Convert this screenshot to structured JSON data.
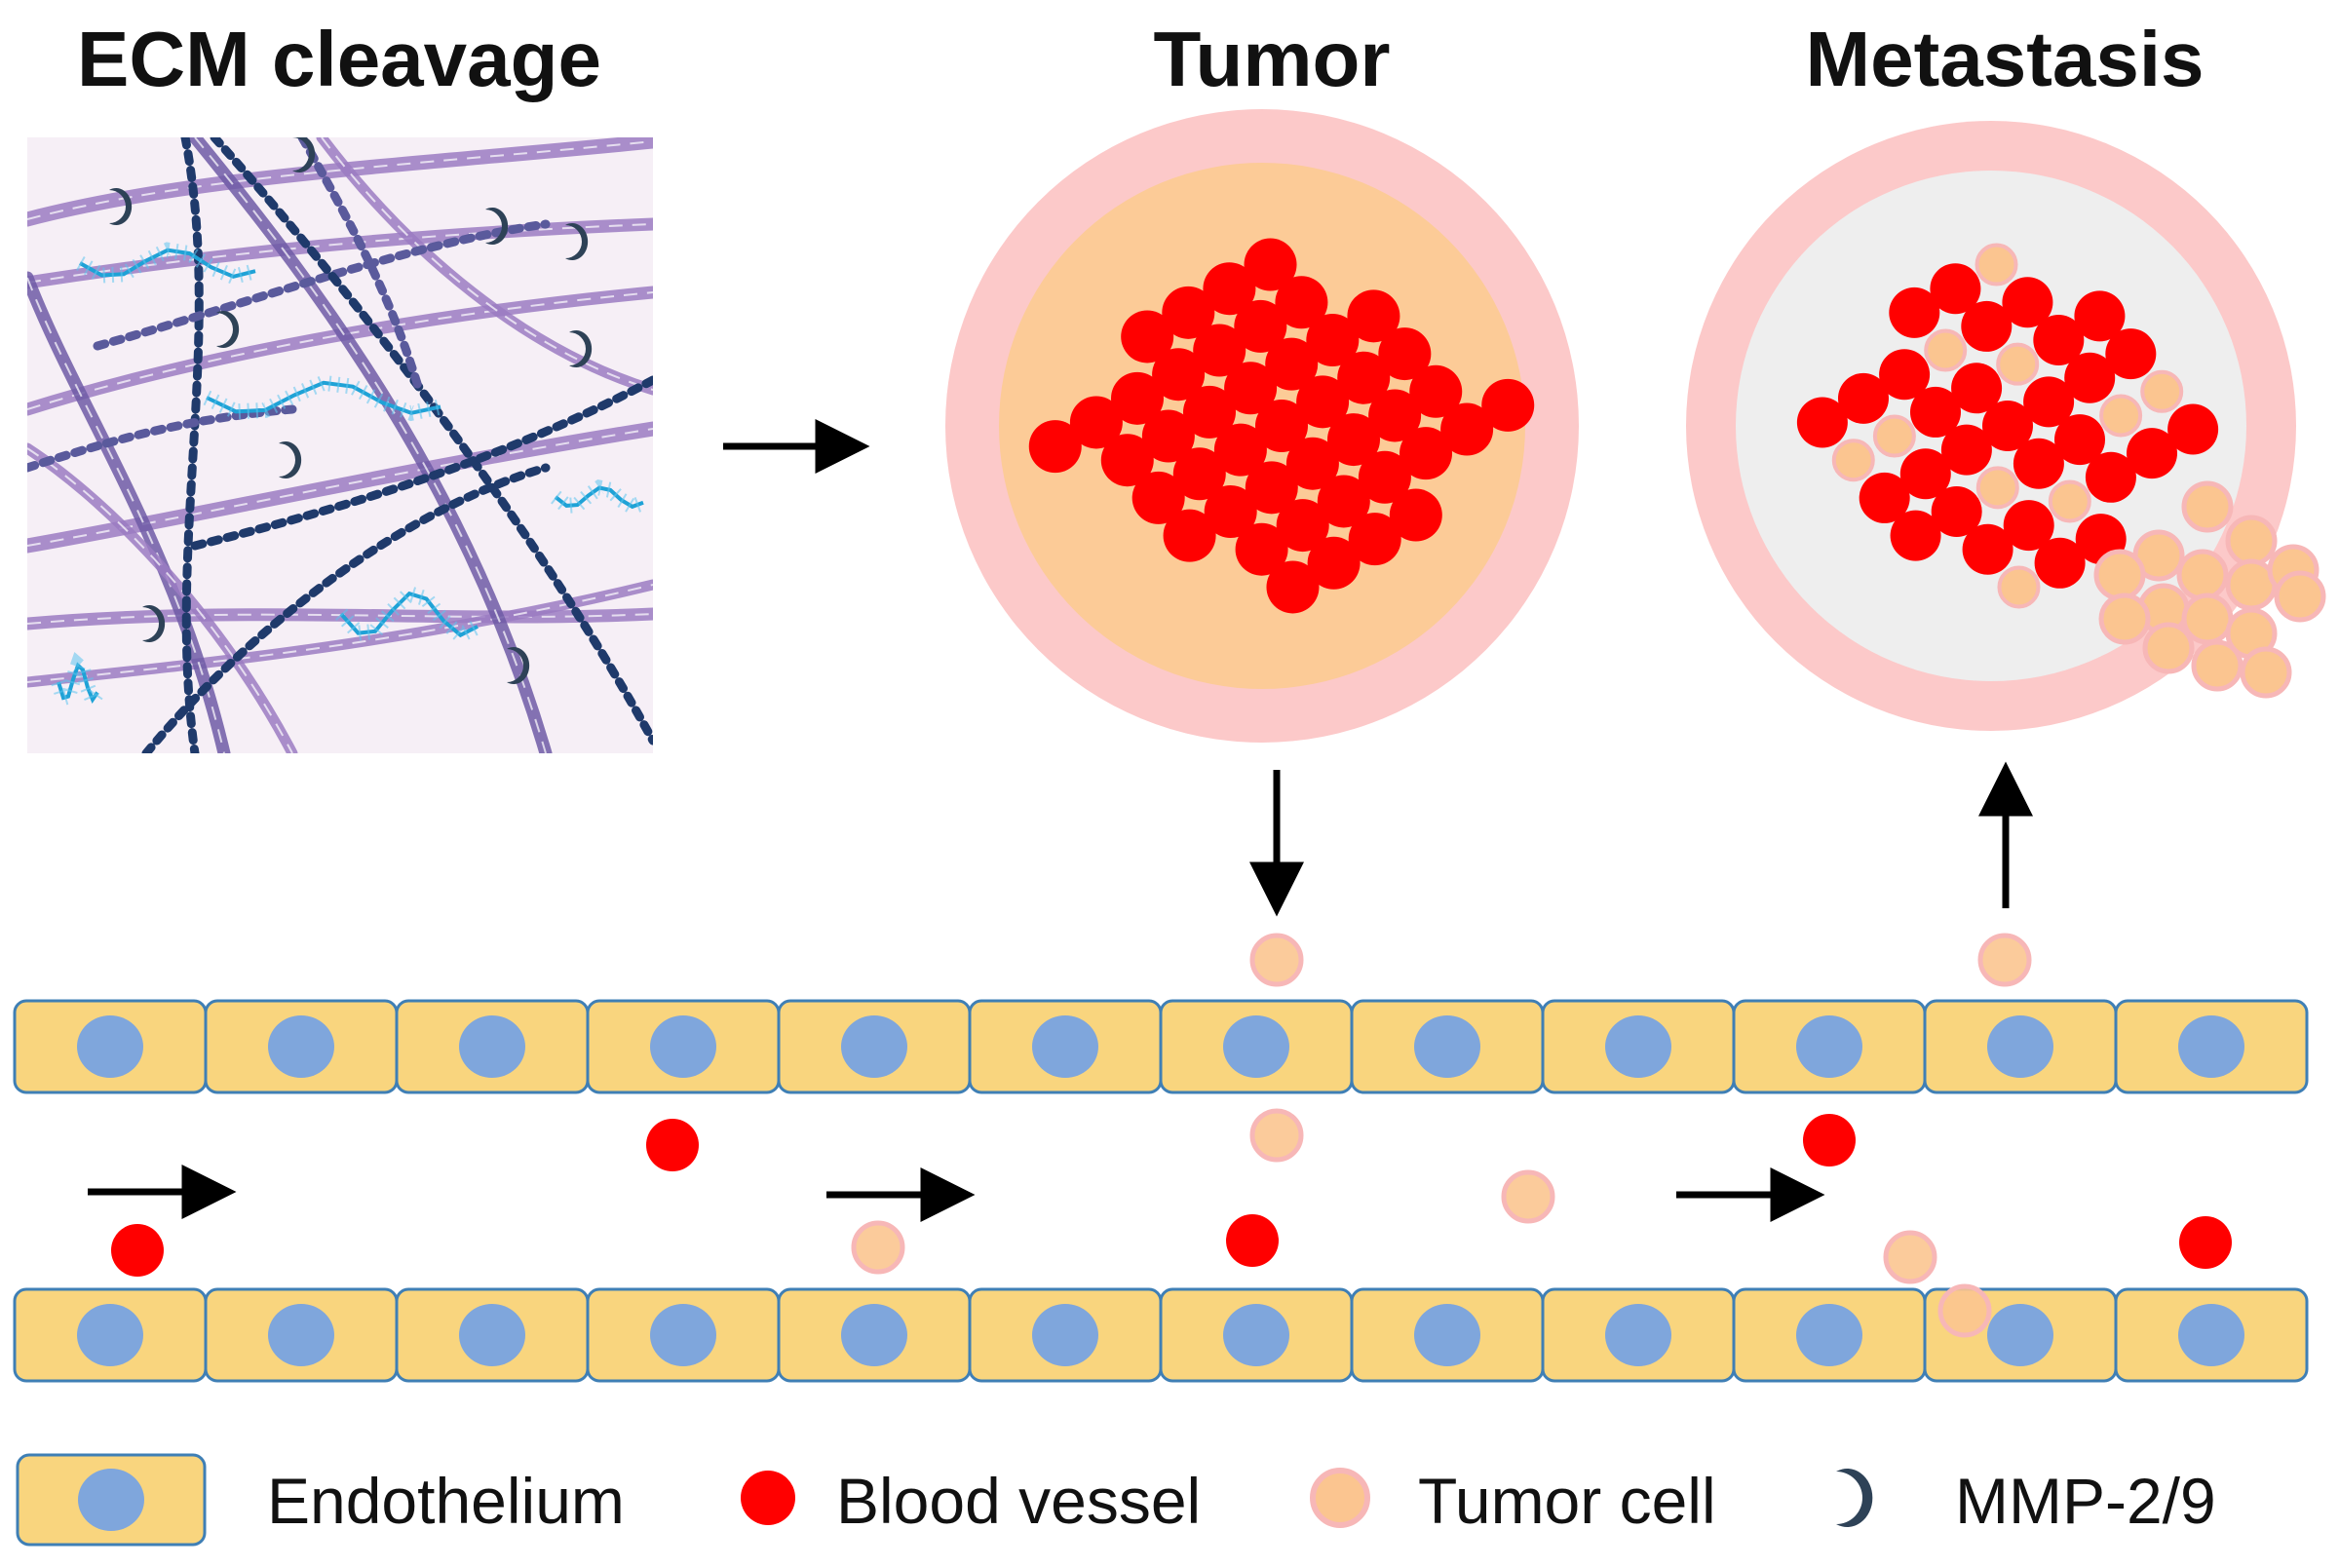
{
  "titles": {
    "ecm": "ECM cleavage",
    "tumor": "Tumor",
    "metastasis": "Metastasis"
  },
  "legend": {
    "endothelium": "Endothelium",
    "blood_vessel": "Blood vessel",
    "tumor_cell": "Tumor cell",
    "mmp": "MMP-2/9"
  },
  "colors": {
    "endothelium_fill": "#f9d57e",
    "endothelium_stroke": "#3f7fb5",
    "nucleus": "#7fa6dc",
    "blood_vessel": "#ff0000",
    "tumor_cell": "#fbc590",
    "tumor_cell_edge": "#f7b7b7",
    "outer_ring": "#fcc9c9",
    "tumor_core": "#fccb97",
    "metastasis_core": "#eeeeee",
    "ecm_background": "#f6eff6",
    "collagen": "#9b7bc2",
    "collagen_dark": "#6f5aa6",
    "bead_fiber": "#1f3a6b",
    "bead_fiber_light": "#5a5a9c",
    "cyan_fiber": "#1fa2d6",
    "mmp": "#2e4257",
    "arrow": "#000000"
  },
  "icons": [
    "arrow-right-icon",
    "arrow-down-icon",
    "arrow-up-icon",
    "mmp-pacman-icon"
  ]
}
